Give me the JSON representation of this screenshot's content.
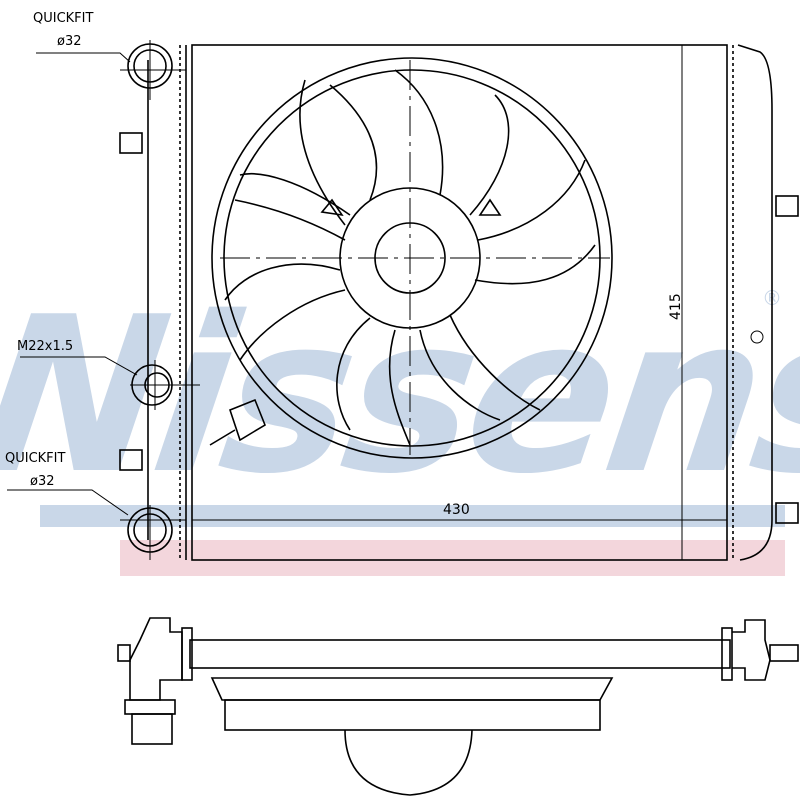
{
  "watermark": {
    "brand": "Nissens",
    "registered": "®",
    "color": "#c9d7e8",
    "band_color": "#f3d6dc"
  },
  "labels": {
    "top_fitting": {
      "line1": "QUICKFIT",
      "line2": "ø32"
    },
    "drain_plug": {
      "text": "M22x1.5"
    },
    "bottom_fitting": {
      "line1": "QUICKFIT",
      "line2": "ø32"
    }
  },
  "dimensions": {
    "width": "430",
    "height": "415"
  }
}
